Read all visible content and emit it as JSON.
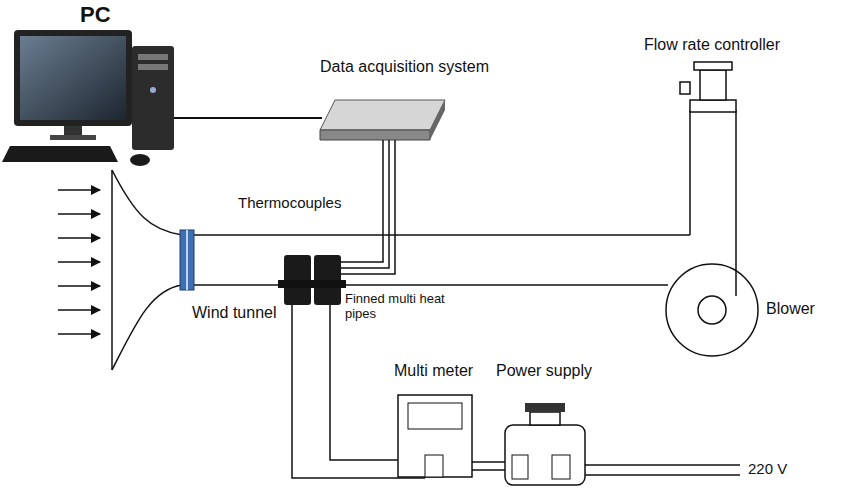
{
  "diagram": {
    "labels": [
      "PC",
      "Data acquisition system",
      "Flow rate controller",
      "Thermocouples",
      "Finned multi heat pipes",
      "Wind tunnel",
      "Blower",
      "Multi meter",
      "Power supply",
      "220 V"
    ]
  }
}
